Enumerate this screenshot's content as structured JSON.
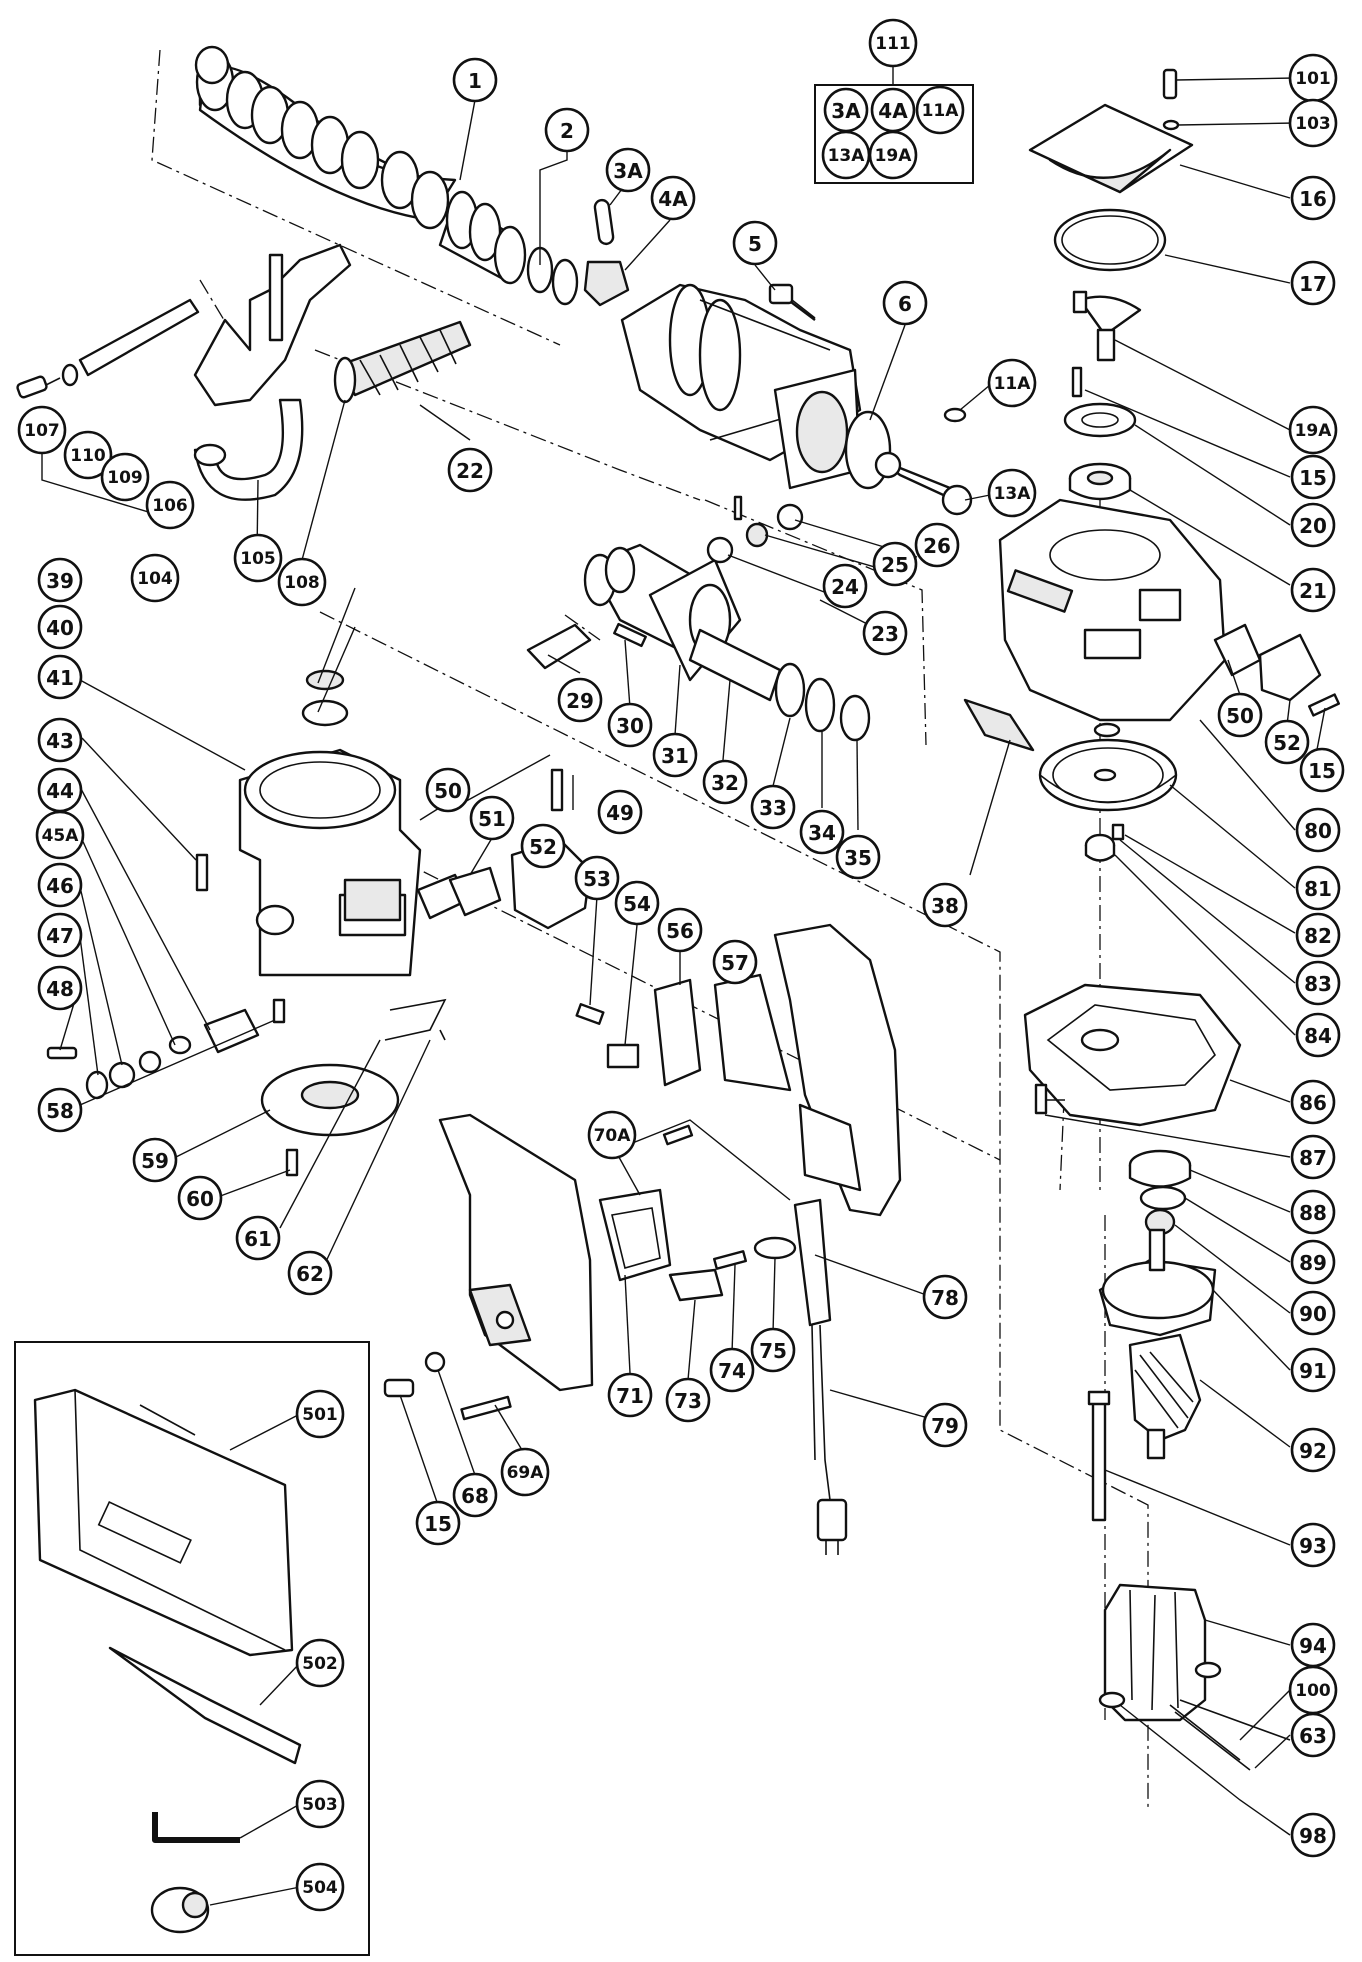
{
  "callouts": {
    "c1": "1",
    "c2": "2",
    "c3A": "3A",
    "c4A": "4A",
    "c5": "5",
    "c6": "6",
    "c11A": "11A",
    "c13A": "13A",
    "c111": "111",
    "k3A": "3A",
    "k4A": "4A",
    "k11A": "11A",
    "k13A": "13A",
    "k19A": "19A",
    "c101": "101",
    "c103": "103",
    "c16": "16",
    "c17": "17",
    "c19A": "19A",
    "c15a": "15",
    "c20": "20",
    "c21": "21",
    "c107": "107",
    "c110": "110",
    "c109": "109",
    "c106": "106",
    "c104": "104",
    "c105": "105",
    "c108": "108",
    "c22": "22",
    "c26": "26",
    "c25": "25",
    "c24": "24",
    "c23": "23",
    "c29": "29",
    "c30": "30",
    "c31": "31",
    "c32": "32",
    "c33": "33",
    "c34": "34",
    "c35": "35",
    "c50a": "50",
    "c52a": "52",
    "c15b": "15",
    "c80": "80",
    "c81": "81",
    "c82": "82",
    "c83": "83",
    "c84": "84",
    "c38": "38",
    "c39": "39",
    "c40": "40",
    "c41": "41",
    "c43": "43",
    "c44": "44",
    "c45A": "45A",
    "c46": "46",
    "c47": "47",
    "c48": "48",
    "c50b": "50",
    "c49": "49",
    "c51": "51",
    "c52b": "52",
    "c53": "53",
    "c54": "54",
    "c56": "56",
    "c57": "57",
    "c58": "58",
    "c59": "59",
    "c60": "60",
    "c61": "61",
    "c62": "62",
    "c86": "86",
    "c87": "87",
    "c88": "88",
    "c89": "89",
    "c90": "90",
    "c91": "91",
    "c92": "92",
    "c93": "93",
    "c94": "94",
    "c100": "100",
    "c63": "63",
    "c98": "98",
    "c70A": "70A",
    "c78": "78",
    "c71": "71",
    "c73": "73",
    "c74": "74",
    "c75": "75",
    "c79": "79",
    "c69A": "69A",
    "c68": "68",
    "c15c": "15",
    "c501": "501",
    "c502": "502",
    "c503": "503",
    "c504": "504"
  }
}
